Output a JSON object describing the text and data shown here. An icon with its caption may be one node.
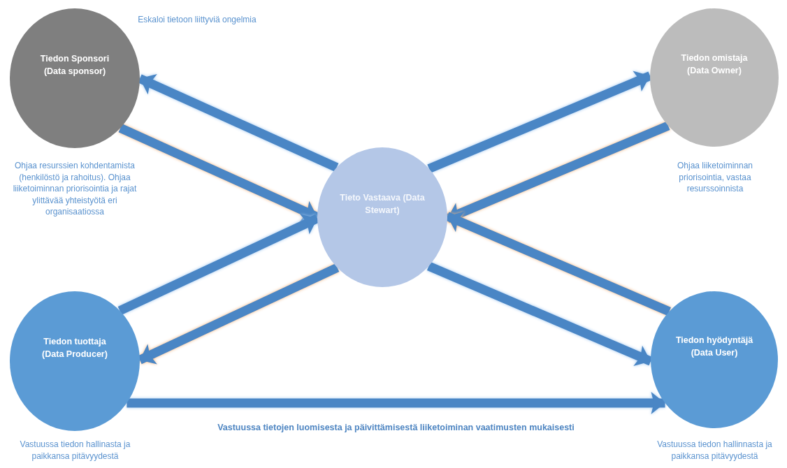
{
  "diagram": {
    "nodes": [
      {
        "text": [
          "Tiedon Sponsori (Data sponsor)"
        ],
        "beside": [
          "Ohjaa resurssien kohdentamista (henkilöstö ja rahoitus). Ohjaa liiketoiminnan priorisointia ja rajat ylittävää yhteistyötä eri organisaatiossa"
        ]
      },
      {
        "text": [
          "Tiedon omistaja (Data Owner)"
        ],
        "beside": [
          "Ohjaa liiketoiminnan priorisointia, vastaa resurssoinnista"
        ]
      },
      {
        "text": [
          "Tieto Vastaava (Data Stewart)"
        ]
      },
      {
        "text": [
          "Tiedon tuottaja (Data Producer)"
        ],
        "beside": [
          "Vastuussa tiedon hallinasta ja paikkansa pitävyydestä"
        ]
      },
      {
        "text": [
          "Tiedon hyödyntäjä (Data User)"
        ],
        "beside": [
          "Vastuussa tiedon hallinnasta ja paikkansa pitävyydestä"
        ]
      }
    ],
    "edges": [
      {
        "from": 2,
        "to": 0,
        "arrow": "to"
      },
      {
        "from": 0,
        "to": 2,
        "arrow": "to"
      },
      {
        "from": 2,
        "to": 1,
        "arrow": "to"
      },
      {
        "from": 1,
        "to": 2,
        "arrow": "to"
      },
      {
        "from": 3,
        "to": 2,
        "arrow": "to"
      },
      {
        "from": 2,
        "to": 3,
        "arrow": "to"
      },
      {
        "from": 2,
        "to": 4,
        "arrow": "to"
      },
      {
        "from": 4,
        "to": 2,
        "arrow": "to"
      },
      {
        "from": 3,
        "to": 4,
        "arrow": "to",
        "label": "Vastuussa tietojen luomisesta ja päivittämisestä liiketoiminan vaatimusten mukaisesti"
      }
    ],
    "labels": [
      "Eskaloi tietoon liittyviä ongelmia"
    ]
  }
}
